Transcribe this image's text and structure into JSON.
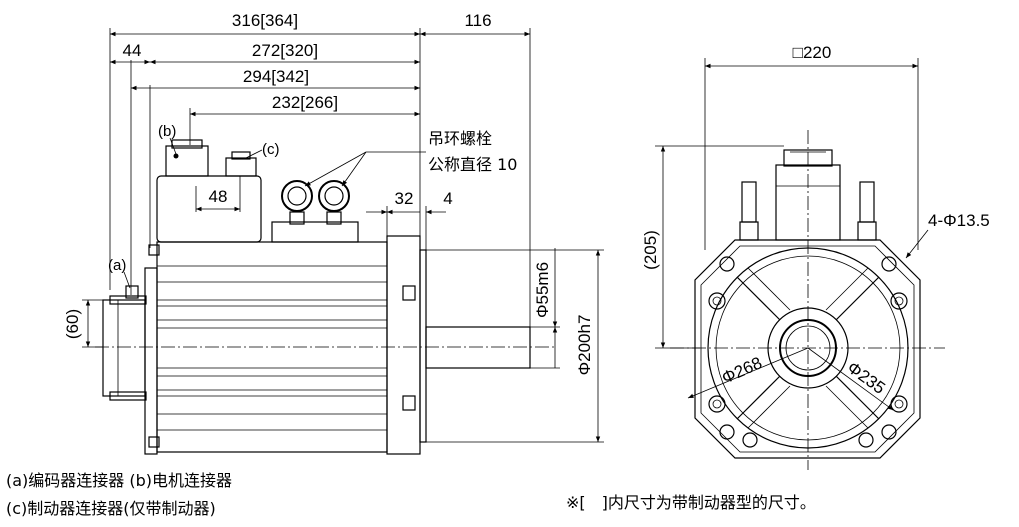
{
  "dims": {
    "d316": "316[364]",
    "d116": "116",
    "d44": "44",
    "d272": "272[320]",
    "d294": "294[342]",
    "d232": "232[266]",
    "d48": "48",
    "d32": "32",
    "d4": "4",
    "d60": "(60)",
    "d55": "Φ55m6",
    "d200": "Φ200h7",
    "d220": "□220",
    "d205": "(205)",
    "d135": "4-Φ13.5",
    "d268": "Φ268",
    "d235": "Φ235"
  },
  "labels": {
    "a": "(a)",
    "b": "(b)",
    "c": "(c)",
    "bolt_line1": "吊环螺栓",
    "bolt_line2": "公称直径 10"
  },
  "legend": {
    "line1": "(a)编码器连接器 (b)电机连接器",
    "line2": "(c)制动器连接器(仅带制动器)",
    "note": "※[　]内尺寸为带制动器型的尺寸。"
  }
}
